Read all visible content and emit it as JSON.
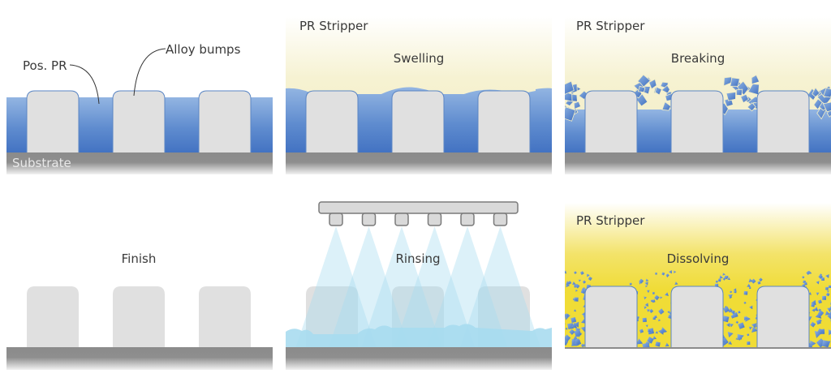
{
  "colors": {
    "pr_top": "#8fb3e0",
    "pr_bottom": "#4472c4",
    "bump_fill": "#e0e0e0",
    "bump_stroke": "#5b86c4",
    "substrate_top": "#8a8a8a",
    "substrate_bottom": "#f0f0f0",
    "stripper_light": "#f3efc8",
    "stripper_strong": "#f0dc3a",
    "rinse": "#a8dcef",
    "nozzle_fill": "#d9d9d9",
    "nozzle_stroke": "#7a7a7a"
  },
  "panels": [
    {
      "id": "initial",
      "labels": {
        "pos_pr": "Pos. PR",
        "alloy_bumps": "Alloy bumps",
        "substrate": "Substrate"
      }
    },
    {
      "id": "swelling",
      "stripper_label": "PR Stripper",
      "step_label": "Swelling"
    },
    {
      "id": "breaking",
      "stripper_label": "PR Stripper",
      "step_label": "Breaking"
    },
    {
      "id": "finish",
      "step_label": "Finish"
    },
    {
      "id": "rinsing",
      "step_label": "Rinsing",
      "nozzle_count": 6
    },
    {
      "id": "dissolving",
      "stripper_label": "PR Stripper",
      "step_label": "Dissolving"
    }
  ]
}
